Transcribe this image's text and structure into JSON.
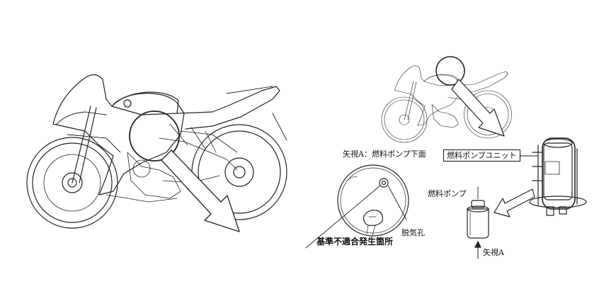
{
  "labels": {
    "view_a_title": "矢視A：燃料ポンプ下面",
    "breather_hole": "脱気孔",
    "nonconformity_location": "基準不適合発生箇所",
    "fuel_pump_unit": "燃料ポンプユニット",
    "fuel_pump": "燃料ポンプ",
    "view_a_arrow": "矢視A"
  }
}
